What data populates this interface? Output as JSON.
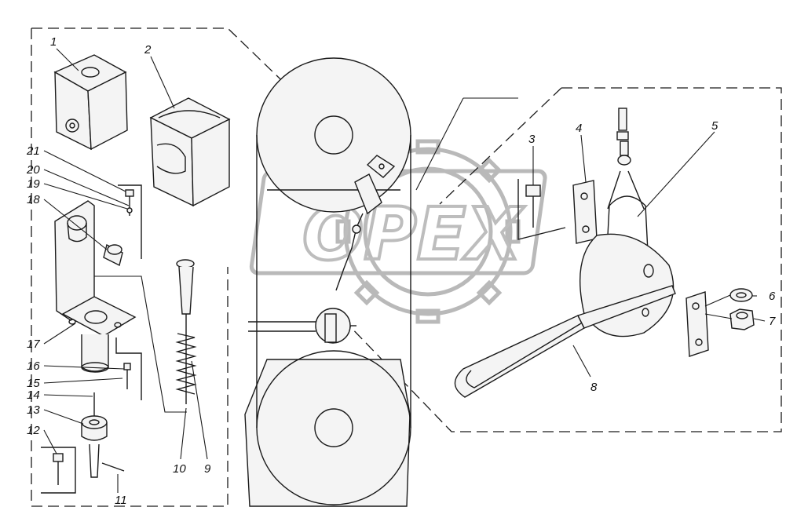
{
  "watermark": {
    "text": "OPEX"
  },
  "callouts": [
    {
      "id": "1",
      "label": "1"
    },
    {
      "id": "2",
      "label": "2"
    },
    {
      "id": "3",
      "label": "3"
    },
    {
      "id": "4",
      "label": "4"
    },
    {
      "id": "5",
      "label": "5"
    },
    {
      "id": "6",
      "label": "6"
    },
    {
      "id": "7",
      "label": "7"
    },
    {
      "id": "8",
      "label": "8"
    },
    {
      "id": "9",
      "label": "9"
    },
    {
      "id": "10",
      "label": "10"
    },
    {
      "id": "11",
      "label": "11"
    },
    {
      "id": "12",
      "label": "12"
    },
    {
      "id": "13",
      "label": "13"
    },
    {
      "id": "14",
      "label": "14"
    },
    {
      "id": "15",
      "label": "15"
    },
    {
      "id": "16",
      "label": "16"
    },
    {
      "id": "17",
      "label": "17"
    },
    {
      "id": "18",
      "label": "18"
    },
    {
      "id": "19",
      "label": "19"
    },
    {
      "id": "20",
      "label": "20"
    },
    {
      "id": "21",
      "label": "21"
    }
  ]
}
